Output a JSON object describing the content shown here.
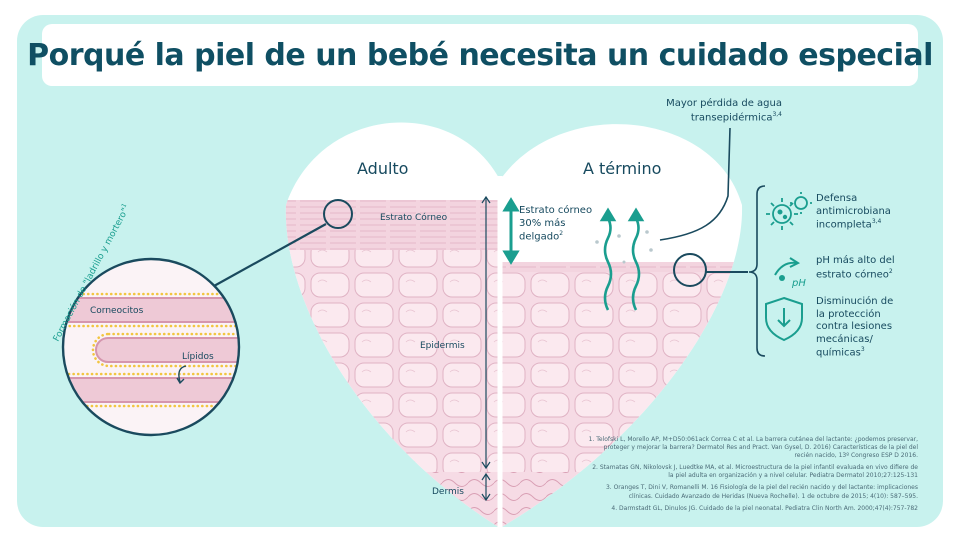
{
  "title": "Porqué la piel de un bebé necesita un cuidado especial",
  "labels": {
    "adult": "Adulto",
    "term": "A término",
    "stratum_corneum": "Estrato Córneo",
    "epidermis": "Epidermis",
    "dermis": "Dermis",
    "thinner_line1": "Estrato córneo",
    "thinner_line2": "30% más",
    "thinner_line3": "delgado",
    "thinner_sup": "2",
    "water_loss_line1": "Mayor pérdida de agua",
    "water_loss_line2": "transepidérmica",
    "water_loss_sup": "3,4",
    "brick_mortar": "Formación de \"ladrillo y mortero\"",
    "brick_mortar_sup": "1",
    "corneocytes": "Corneocitos",
    "lipids": "Lípidos"
  },
  "features": [
    {
      "icon": "bacteria-icon",
      "lines": [
        "Defensa",
        "antimicrobiana",
        "incompleta"
      ],
      "sup": "3,4"
    },
    {
      "icon": "ph-icon",
      "icon_text": "pH",
      "lines": [
        "pH más alto del",
        "estrato córneo"
      ],
      "sup": "2"
    },
    {
      "icon": "shield-icon",
      "lines": [
        "Disminución de",
        "la protección",
        "contra lesiones",
        "mecánicas/",
        "químicas"
      ],
      "sup": "3"
    }
  ],
  "references": [
    "1. Telofski L, Morello AP, M+D50:061ack Correa C et al. La barrera cutánea del lactante: ¿podemos preservar, proteger y mejorar la barrera? Dermatol Res and Pract. Van Gysel, D. 2016) Características de la piel del recién nacido, 13º Congreso ESP D 2016.",
    "2. Stamatas GN, Nikolovsk J, Luedtke MA, et al. Microestructura de la piel infantil evaluada en vivo difiere de la piel adulta en organización y a nivel celular. Pediatra Dermatol 2010;27:125-131",
    "3. Oranges T, Dini V, Romanelli M. 16 Fisiología de la piel del recién nacido y del lactante: implicaciones clínicas. Cuidado Avanzado de Heridas (Nueva Rochelle). 1 de octubre de 2015; 4(10): 587–595.",
    "4. Darmstadt GL, Dinulos JG. Cuidado de la piel neonatal. Pediatra Clin North Am. 2000;47(4):757-782"
  ],
  "colors": {
    "background": "#c8f2ee",
    "primary_text": "#0f4f63",
    "teal_accent": "#1a9e8f",
    "skin_pink": "#f6dbe5",
    "cell_outline": "#e0b3c4"
  }
}
